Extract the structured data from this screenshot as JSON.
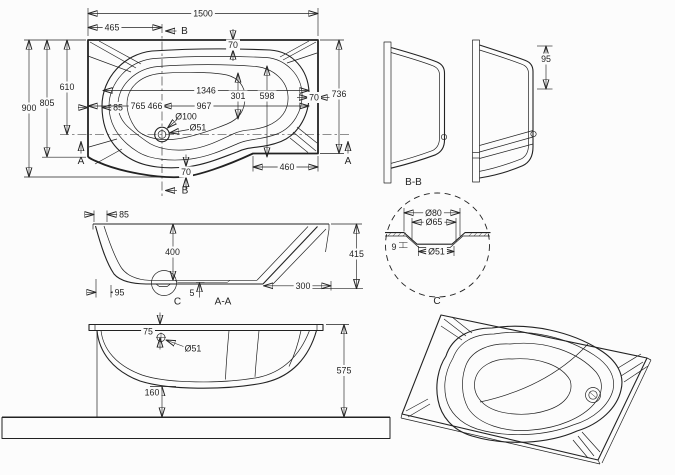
{
  "colors": {
    "ink": "#222222",
    "paper": "#fcfcfc"
  },
  "plan": {
    "dim_1500": "1500",
    "dim_465": "465",
    "dim_70_top": "70",
    "dim_610": "610",
    "dim_805": "805",
    "dim_900": "900",
    "dim_85": "85",
    "dim_1346": "1346",
    "dim_967": "967",
    "dim_765": "765",
    "dim_466": "466",
    "dim_301": "301",
    "dim_598": "598",
    "dim_drain_rim": "Ø100",
    "dim_drain_hole": "Ø51",
    "dim_70_right": "70",
    "dim_736": "736",
    "dim_460": "460",
    "dim_70_bottom": "70",
    "marker_b": "B",
    "marker_a": "A"
  },
  "section_bb": {
    "label": "B-B",
    "dim_95": "95"
  },
  "section_aa": {
    "label": "A-A",
    "dim_85": "85",
    "dim_400": "400",
    "dim_415": "415",
    "dim_95": "95",
    "dim_5": "5",
    "dim_300": "300",
    "detail_marker": "C"
  },
  "detail_c": {
    "label": "C",
    "dim_d80": "Ø80",
    "dim_d65": "Ø65",
    "dim_d51": "Ø51",
    "dim_9": "9"
  },
  "elevation": {
    "dim_75": "75",
    "dim_overflow": "Ø51",
    "dim_575": "575",
    "dim_160": "160"
  }
}
